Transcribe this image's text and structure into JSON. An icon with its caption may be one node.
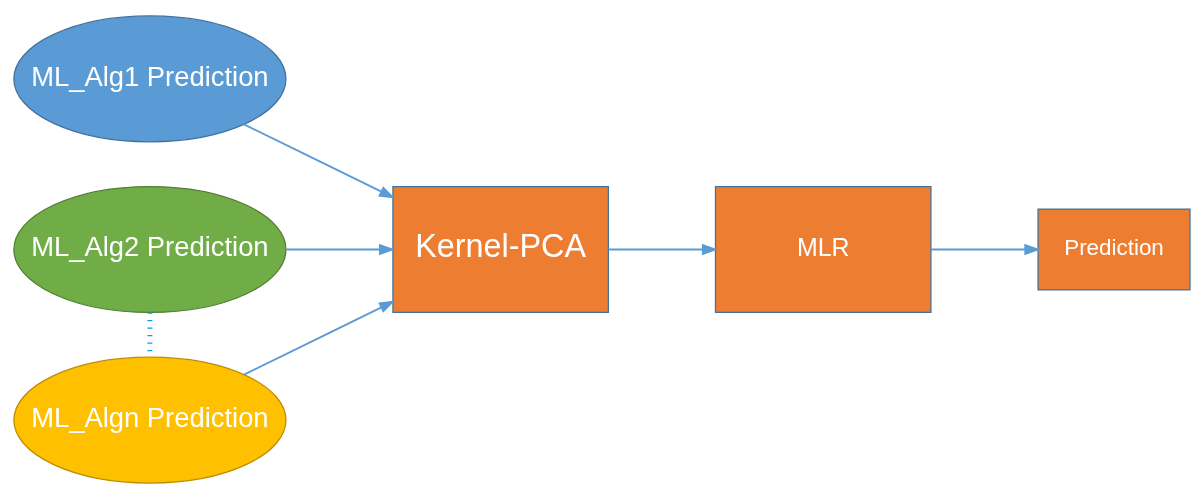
{
  "diagram": {
    "nodes": [
      {
        "text": [
          "ML_Alg1 Prediction"
        ]
      },
      {
        "text": [
          "ML_Alg2 Prediction"
        ]
      },
      {
        "text": [
          "ML_Algn Prediction"
        ]
      },
      {
        "text": [
          "Kernel-PCA"
        ]
      },
      {
        "text": [
          "MLR"
        ]
      },
      {
        "text": [
          "Prediction"
        ]
      }
    ],
    "edges": [
      {
        "from": 0,
        "to": 3,
        "arrow": "to"
      },
      {
        "from": 1,
        "to": 3,
        "arrow": "to"
      },
      {
        "from": 2,
        "to": 3,
        "arrow": "to"
      },
      {
        "from": 1,
        "to": 2,
        "arrow": "none",
        "style": "dashed",
        "color": "#00a0e8"
      },
      {
        "from": 3,
        "to": 4,
        "arrow": "to"
      },
      {
        "from": 4,
        "to": 5,
        "arrow": "to"
      }
    ]
  }
}
